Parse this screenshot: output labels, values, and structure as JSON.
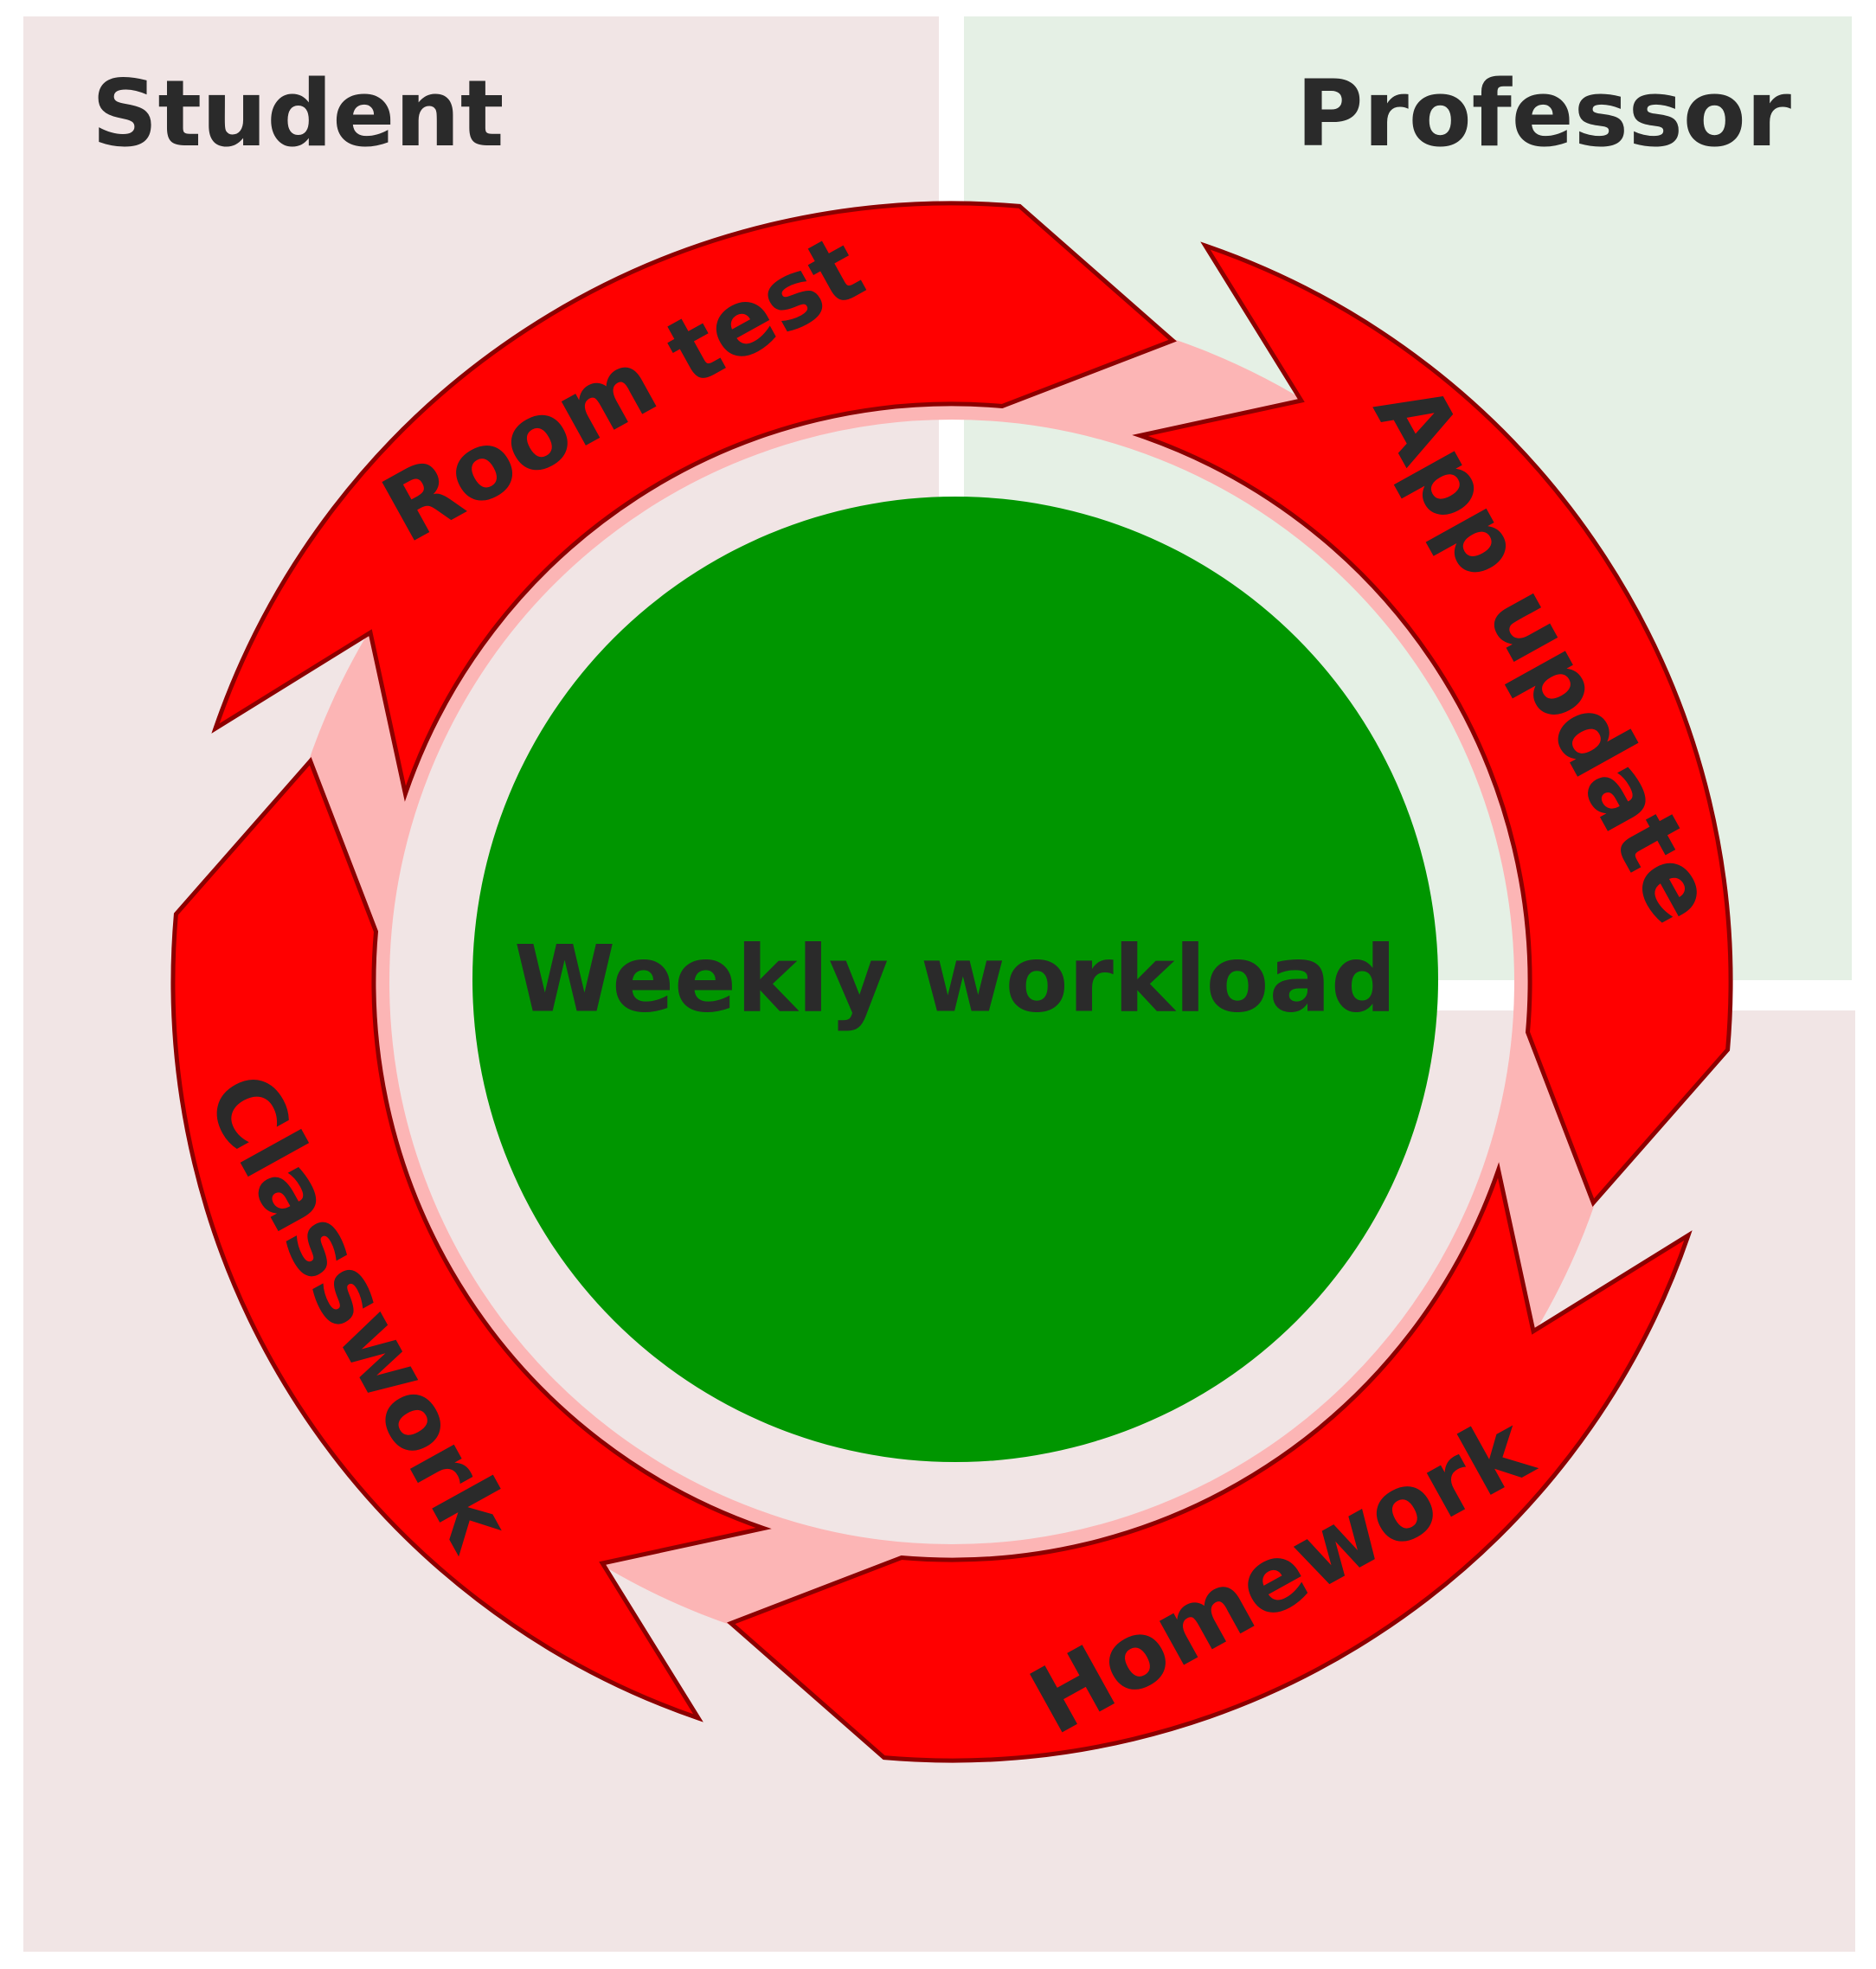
{
  "regions": {
    "student": {
      "label": "Student",
      "color": "#f1e5e5"
    },
    "professor": {
      "label": "Professor",
      "color": "#e5f0e5"
    }
  },
  "hub": {
    "label": "Weekly workload",
    "color": "#009600"
  },
  "cycle": {
    "arrow_color": "#ff0000",
    "arrow_outline_color": "#8c0000",
    "track_color": "#fcb5b5",
    "steps": [
      {
        "label": "App update",
        "region": "professor"
      },
      {
        "label": "Homework",
        "region": "student"
      },
      {
        "label": "Classwork",
        "region": "student"
      },
      {
        "label": "Room test",
        "region": "student"
      }
    ]
  }
}
